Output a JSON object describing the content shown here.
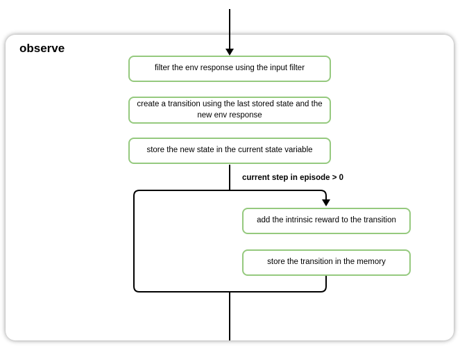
{
  "title": "observe",
  "colors": {
    "box_border": "#95c97e",
    "connector": "#000000",
    "panel_bg": "#ffffff"
  },
  "branch_label": "current step in episode > 0",
  "nodes": [
    {
      "id": "filter-env-response",
      "label": "filter the env response using the input filter"
    },
    {
      "id": "create-transition",
      "label": "create a transition using the last stored state and the new env response"
    },
    {
      "id": "store-new-state",
      "label": "store the new state in the current state variable"
    },
    {
      "id": "add-intrinsic-reward",
      "label": "add the intrinsic reward to the transition"
    },
    {
      "id": "store-transition",
      "label": "store the transition in the memory"
    }
  ]
}
